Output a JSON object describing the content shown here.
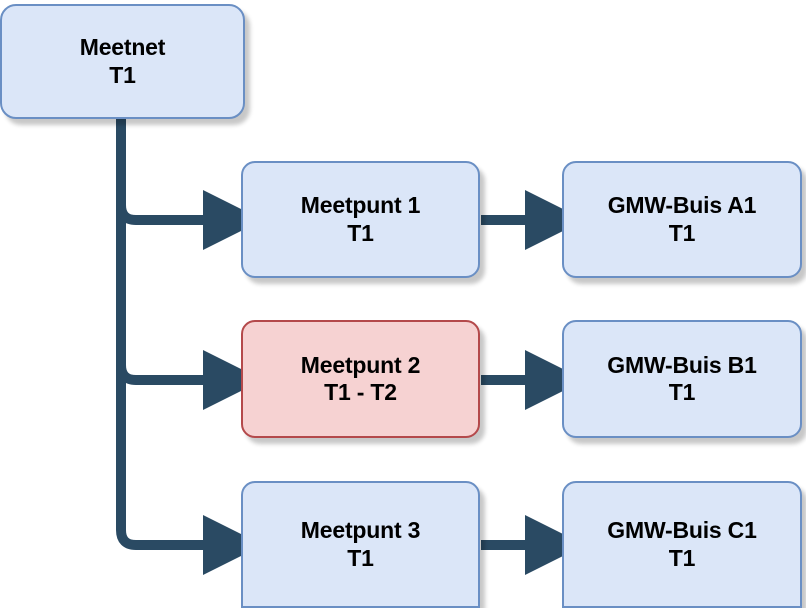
{
  "diagram": {
    "title": "Meetnet hierarchy diagram",
    "colors": {
      "node_fill_blue": "#dbe6f8",
      "node_border_blue": "#6a8fc4",
      "node_fill_red": "#f6d2d2",
      "node_border_red": "#b4494b",
      "connector": "#2a4a63",
      "background": "#ffffff",
      "text": "#000000"
    },
    "nodes": [
      {
        "id": "meetnet",
        "line1": "Meetnet",
        "line2": "T1",
        "style": "blue"
      },
      {
        "id": "mp1",
        "line1": "Meetpunt 1",
        "line2": "T1",
        "style": "blue"
      },
      {
        "id": "mp2",
        "line1": "Meetpunt 2",
        "line2": "T1 - T2",
        "style": "red"
      },
      {
        "id": "mp3",
        "line1": "Meetpunt 3",
        "line2": "T1",
        "style": "blue"
      },
      {
        "id": "gmwa1",
        "line1": "GMW-Buis A1",
        "line2": "T1",
        "style": "blue"
      },
      {
        "id": "gmwb1",
        "line1": "GMW-Buis B1",
        "line2": "T1",
        "style": "blue"
      },
      {
        "id": "gmwc1",
        "line1": "GMW-Buis C1",
        "line2": "T1",
        "style": "blue"
      }
    ],
    "edges": [
      {
        "from": "meetnet",
        "to": "mp1",
        "kind": "elbow-arrow"
      },
      {
        "from": "meetnet",
        "to": "mp2",
        "kind": "elbow-arrow"
      },
      {
        "from": "meetnet",
        "to": "mp3",
        "kind": "elbow-arrow"
      },
      {
        "from": "mp1",
        "to": "gmwa1",
        "kind": "straight-arrow"
      },
      {
        "from": "mp2",
        "to": "gmwb1",
        "kind": "straight-arrow"
      },
      {
        "from": "mp3",
        "to": "gmwc1",
        "kind": "straight-arrow"
      }
    ]
  }
}
